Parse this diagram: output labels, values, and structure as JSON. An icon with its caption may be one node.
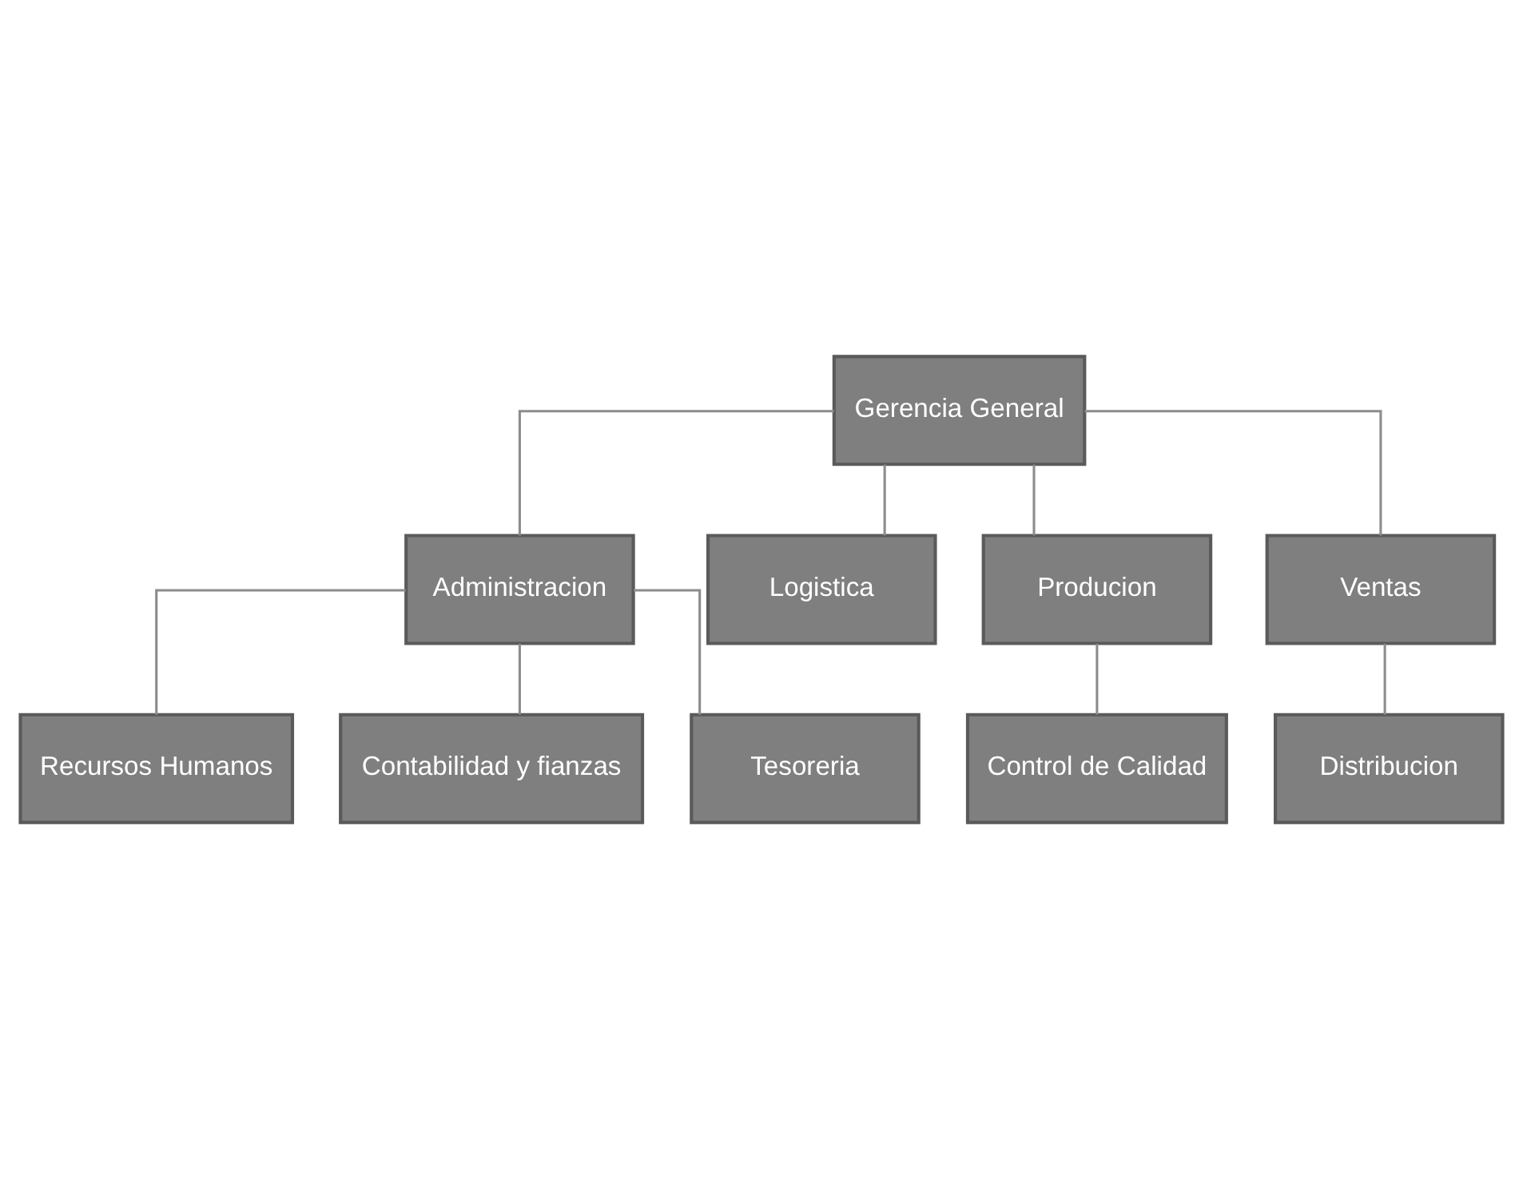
{
  "diagram": {
    "nodes": [
      {
        "text": [
          "Gerencia General"
        ]
      },
      {
        "text": [
          "Administracion"
        ]
      },
      {
        "text": [
          "Logistica"
        ]
      },
      {
        "text": [
          "Producion"
        ]
      },
      {
        "text": [
          "Ventas"
        ]
      },
      {
        "text": [
          "Recursos Humanos"
        ]
      },
      {
        "text": [
          "Contabilidad y fianzas"
        ]
      },
      {
        "text": [
          "Tesoreria"
        ]
      },
      {
        "text": [
          "Control de Calidad"
        ]
      },
      {
        "text": [
          "Distribucion"
        ]
      }
    ],
    "edges": [
      {
        "from": 0,
        "to": 1,
        "arrow": "none"
      },
      {
        "from": 0,
        "to": 2,
        "arrow": "none"
      },
      {
        "from": 0,
        "to": 3,
        "arrow": "none"
      },
      {
        "from": 0,
        "to": 4,
        "arrow": "none"
      },
      {
        "from": 1,
        "to": 5,
        "arrow": "none"
      },
      {
        "from": 1,
        "to": 6,
        "arrow": "none"
      },
      {
        "from": 1,
        "to": 7,
        "arrow": "none"
      },
      {
        "from": 3,
        "to": 8,
        "arrow": "none"
      },
      {
        "from": 4,
        "to": 9,
        "arrow": "none"
      }
    ]
  }
}
